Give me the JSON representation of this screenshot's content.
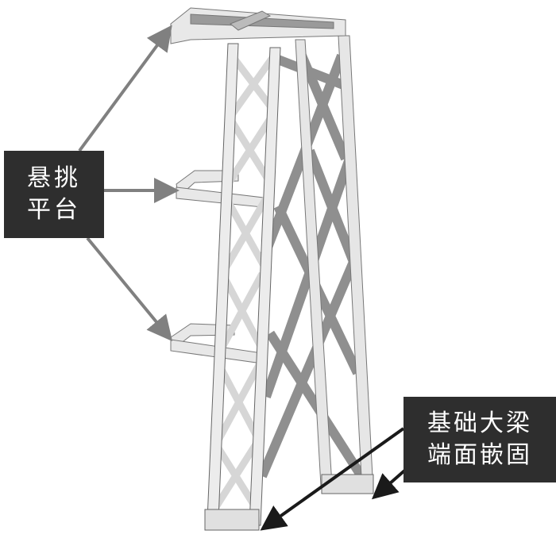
{
  "labels": {
    "cantilever_platform": [
      "悬挑",
      "平台"
    ],
    "foundation_beam": [
      "基础大梁",
      "端面嵌固"
    ]
  },
  "colors": {
    "label_bg": "#2e2e2e",
    "arrow_gray": "#808080",
    "arrow_black": "#1a1a1a",
    "member_light": "#e4e4e4",
    "member_dark": "#8a8a8a"
  }
}
